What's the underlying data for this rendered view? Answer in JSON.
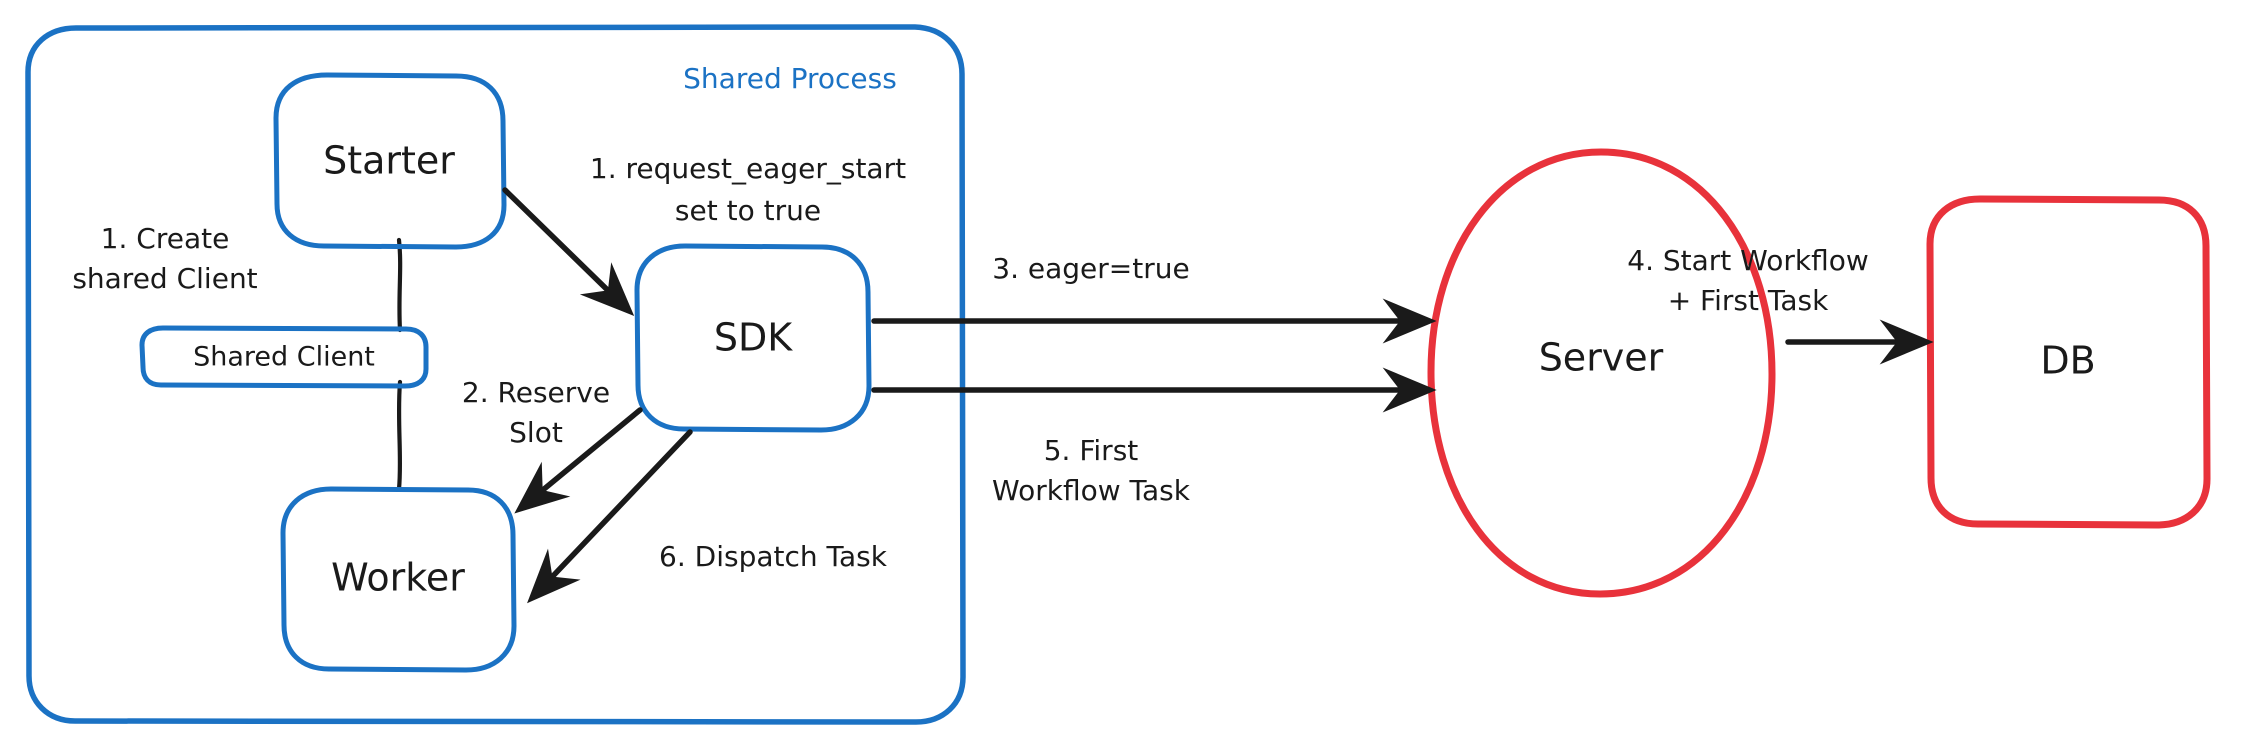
{
  "diagram": {
    "title": "Eager Workflow Start",
    "background": "#ffffff",
    "colors": {
      "blue_stroke": "#1b72c4",
      "blue_fill": "#a3d4fd",
      "red_stroke": "#e8323b",
      "red_fill": "#fbcccd",
      "text": "#1a1a1a",
      "arrow": "#1a1a1a"
    }
  },
  "groups": [
    {
      "id": "shared-process",
      "label": "Shared Process",
      "stroke": "#1b72c4",
      "fill": "#ffffff"
    }
  ],
  "nodes": [
    {
      "id": "starter",
      "label": "Starter",
      "shape": "rounded-rect",
      "style": "blue"
    },
    {
      "id": "shared-client",
      "label": "Shared Client",
      "shape": "rounded-rect",
      "style": "blue"
    },
    {
      "id": "worker",
      "label": "Worker",
      "shape": "rounded-rect",
      "style": "blue"
    },
    {
      "id": "sdk",
      "label": "SDK",
      "shape": "rounded-rect",
      "style": "blue"
    },
    {
      "id": "server",
      "label": "Server",
      "shape": "ellipse",
      "style": "red"
    },
    {
      "id": "db",
      "label": "DB",
      "shape": "rounded-rect",
      "style": "red"
    }
  ],
  "edges": [
    {
      "id": "e-create-client",
      "label": "1. Create\nshared Client",
      "from": "starter",
      "to": "shared-client",
      "arrow": false
    },
    {
      "id": "e-eager-start",
      "label": "1. request_eager_start\nset to true",
      "from": "starter",
      "to": "sdk",
      "arrow": true
    },
    {
      "id": "e-client-worker",
      "label": "",
      "from": "shared-client",
      "to": "worker",
      "arrow": false
    },
    {
      "id": "e-reserve-slot",
      "label": "2. Reserve\nSlot",
      "from": "sdk",
      "to": "worker",
      "arrow": true
    },
    {
      "id": "e-eager-true",
      "label": "3. eager=true",
      "from": "sdk",
      "to": "server",
      "arrow": true
    },
    {
      "id": "e-start-workflow",
      "label": "4. Start Workflow\n+ First Task",
      "from": "server",
      "to": "db",
      "arrow": true
    },
    {
      "id": "e-first-task",
      "label": "5. First\nWorkflow Task",
      "from": "server",
      "to": "sdk",
      "arrow": true
    },
    {
      "id": "e-dispatch-task",
      "label": "6. Dispatch Task",
      "from": "sdk",
      "to": "worker",
      "arrow": true
    }
  ],
  "labels": {
    "group_shared_process": "Shared Process",
    "node_starter": "Starter",
    "node_shared_client": "Shared Client",
    "node_worker": "Worker",
    "node_sdk": "SDK",
    "node_server": "Server",
    "node_db": "DB",
    "edge_create_client_line1": "1. Create",
    "edge_create_client_line2": "shared Client",
    "edge_eager_start_line1": "1. request_eager_start",
    "edge_eager_start_line2": "set to true",
    "edge_reserve_slot_line1": "2. Reserve",
    "edge_reserve_slot_line2": "Slot",
    "edge_eager_true": "3. eager=true",
    "edge_start_workflow_line1": "4. Start Workflow",
    "edge_start_workflow_line2": "+ First Task",
    "edge_first_task_line1": "5. First",
    "edge_first_task_line2": "Workflow Task",
    "edge_dispatch_task": "6. Dispatch Task"
  }
}
